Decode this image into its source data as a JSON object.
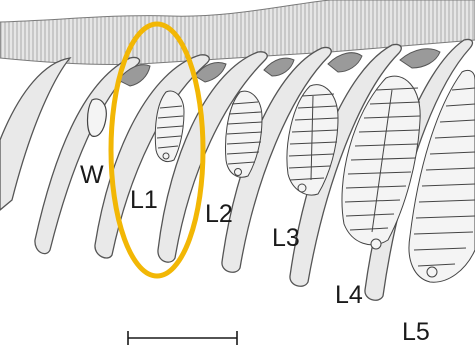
{
  "labels": {
    "worker": "W",
    "l1": "L1",
    "l2": "L2",
    "l3": "L3",
    "l4": "L4",
    "l5": "L5"
  },
  "highlight": {
    "target": "L1",
    "color": "#F2B705"
  },
  "colors": {
    "cell_wall_fill": "#e9e9e9",
    "cell_wall_stroke": "#555555",
    "cap_fill": "#9a9a9a",
    "larva_fill": "#f4f4f4",
    "larva_stroke": "#444444"
  },
  "scale_bar": {
    "shown": true
  }
}
